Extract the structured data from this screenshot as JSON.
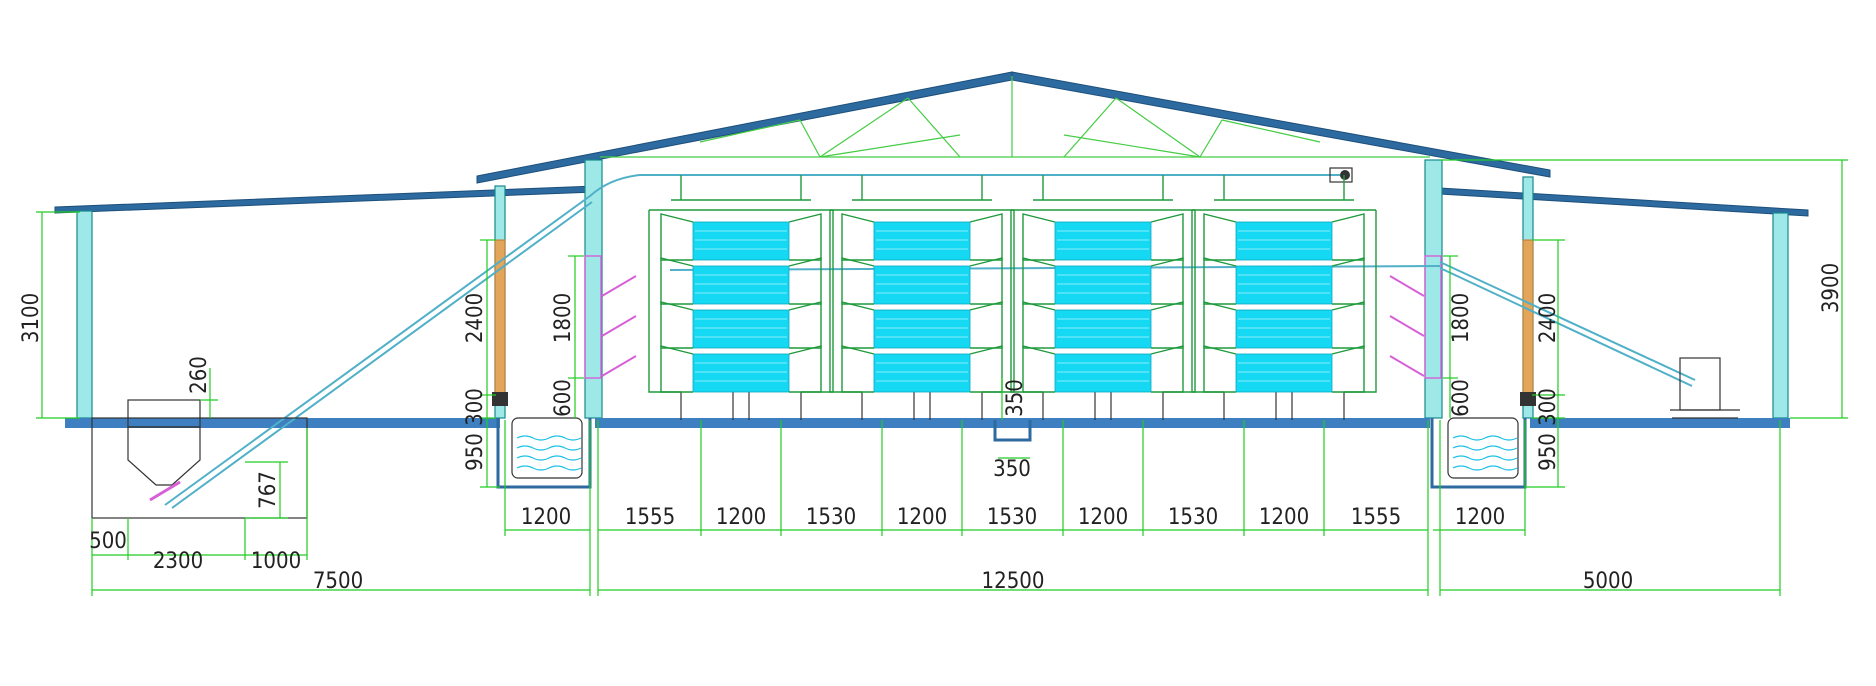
{
  "dimensions": {
    "height_left_wall": "3100",
    "height_right": "3900",
    "pad_left": "2400",
    "pad_right": "2400",
    "cage_left": "1800",
    "cage_right": "1800",
    "base_left": "600",
    "base_right": "600",
    "wall_left_300": "300",
    "wall_right_300": "300",
    "pit_left": "950",
    "pit_right": "950",
    "silo_260": "260",
    "silo_767": "767",
    "channel_h": "350",
    "channel_w": "350",
    "pit_width_left": "1200",
    "pit_width_right": "1200",
    "aisle_1": "1555",
    "cage_1": "1200",
    "aisle_2": "1530",
    "cage_2": "1200",
    "aisle_3": "1530",
    "cage_3": "1200",
    "aisle_4": "1530",
    "cage_4": "1200",
    "aisle_5": "1555",
    "silo_500": "500",
    "silo_2300": "2300",
    "silo_1000": "1000",
    "span_left": "7500",
    "span_middle": "12500",
    "span_right": "5000"
  },
  "colors": {
    "roof": "#2c6aa0",
    "dimension_line": "#22cc22",
    "cage": "#15d9f2",
    "cage_frame": "#1e9a3c",
    "cooling_pad": "#e2a55a",
    "pink_fixture": "#d75fd7"
  }
}
